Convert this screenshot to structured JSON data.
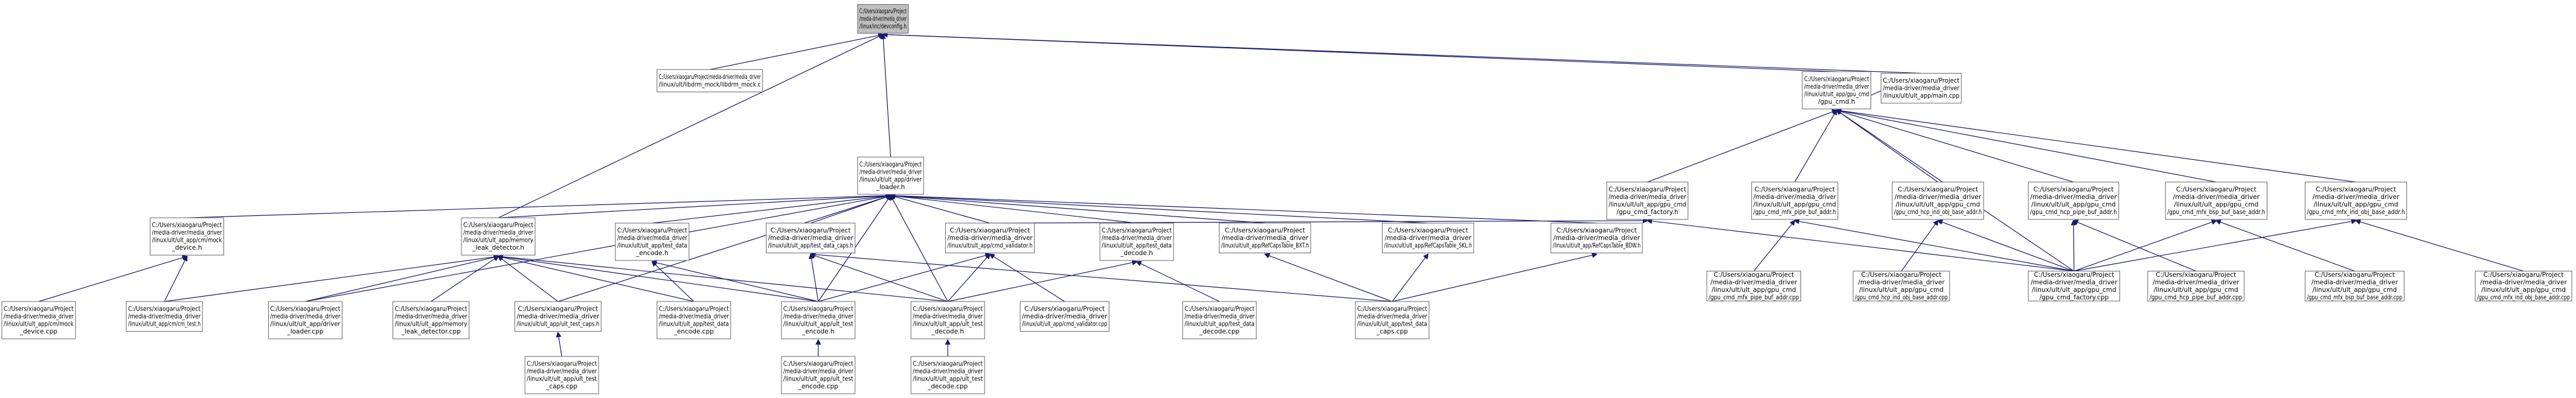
{
  "graph": {
    "root": "n0",
    "colors": {
      "node_fill": "#ffffff",
      "root_fill": "#bfbfbf",
      "border": "#666666",
      "edge": "#191970"
    },
    "nodes": [
      {
        "id": "n0",
        "lines": [
          "C:/Users/xiaogaru/Project",
          "/media-driver/media_driver",
          "/linux/inc/devconfig.h"
        ],
        "root": true
      },
      {
        "id": "n1",
        "lines": [
          "C:/Users/xiaogaru/Project/media-driver/media_driver",
          "/linux/ult/libdrm_mock/libdrm_mock.c"
        ]
      },
      {
        "id": "n2",
        "lines": [
          "C:/Users/xiaogaru/Project",
          "/media-driver/media_driver",
          "/linux/ult/ult_app/gpu_cmd",
          "/gpu_cmd.h"
        ]
      },
      {
        "id": "n3",
        "lines": [
          "C:/Users/xiaogaru/Project",
          "/media-driver/media_driver",
          "/linux/ult/ult_app/main.cpp"
        ]
      },
      {
        "id": "n4",
        "lines": [
          "C:/Users/xiaogaru/Project",
          "/media-driver/media_driver",
          "/linux/ult/ult_app/driver",
          "_loader.h"
        ]
      },
      {
        "id": "n5",
        "lines": [
          "C:/Users/xiaogaru/Project",
          "/media-driver/media_driver",
          "/linux/ult/ult_app/gpu_cmd",
          "/gpu_cmd_factory.h"
        ]
      },
      {
        "id": "n6",
        "lines": [
          "C:/Users/xiaogaru/Project",
          "/media-driver/media_driver",
          "/linux/ult/ult_app/gpu_cmd",
          "/gpu_cmd_mfx_pipe_buf_addr.h"
        ]
      },
      {
        "id": "n7",
        "lines": [
          "C:/Users/xiaogaru/Project",
          "/media-driver/media_driver",
          "/linux/ult/ult_app/gpu_cmd",
          "/gpu_cmd_hcp_ind_obj_base_addr.h"
        ]
      },
      {
        "id": "n8",
        "lines": [
          "C:/Users/xiaogaru/Project",
          "/media-driver/media_driver",
          "/linux/ult/ult_app/gpu_cmd",
          "/gpu_cmd_hcp_pipe_buf_addr.h"
        ]
      },
      {
        "id": "n9",
        "lines": [
          "C:/Users/xiaogaru/Project",
          "/media-driver/media_driver",
          "/linux/ult/ult_app/gpu_cmd",
          "/gpu_cmd_mfx_bsp_buf_base_addr.h"
        ]
      },
      {
        "id": "n10",
        "lines": [
          "C:/Users/xiaogaru/Project",
          "/media-driver/media_driver",
          "/linux/ult/ult_app/gpu_cmd",
          "/gpu_cmd_mfx_ind_obj_base_addr.h"
        ]
      },
      {
        "id": "n11",
        "lines": [
          "C:/Users/xiaogaru/Project",
          "/media-driver/media_driver",
          "/linux/ult/ult_app/cm/mock",
          "_device.h"
        ]
      },
      {
        "id": "n12",
        "lines": [
          "C:/Users/xiaogaru/Project",
          "/media-driver/media_driver",
          "/linux/ult/ult_app/memory",
          "_leak_detector.h"
        ]
      },
      {
        "id": "n13",
        "lines": [
          "C:/Users/xiaogaru/Project",
          "/media-driver/media_driver",
          "/linux/ult/ult_app/test_data",
          "_encode.h"
        ]
      },
      {
        "id": "n14",
        "lines": [
          "C:/Users/xiaogaru/Project",
          "/media-driver/media_driver",
          "/linux/ult/ult_app/test_data_caps.h"
        ]
      },
      {
        "id": "n15",
        "lines": [
          "C:/Users/xiaogaru/Project",
          "/media-driver/media_driver",
          "/linux/ult/ult_app/cmd_validator.h"
        ]
      },
      {
        "id": "n16",
        "lines": [
          "C:/Users/xiaogaru/Project",
          "/media-driver/media_driver",
          "/linux/ult/ult_app/test_data",
          "_decode.h"
        ]
      },
      {
        "id": "n17",
        "lines": [
          "C:/Users/xiaogaru/Project",
          "/media-driver/media_driver",
          "/linux/ult/ult_app/RefCapsTable_BXT.h"
        ]
      },
      {
        "id": "n18",
        "lines": [
          "C:/Users/xiaogaru/Project",
          "/media-driver/media_driver",
          "/linux/ult/ult_app/RefCapsTable_SKL.h"
        ]
      },
      {
        "id": "n19",
        "lines": [
          "C:/Users/xiaogaru/Project",
          "/media-driver/media_driver",
          "/linux/ult/ult_app/RefCapsTable_BDW.h"
        ]
      },
      {
        "id": "n20",
        "lines": [
          "C:/Users/xiaogaru/Project",
          "/media-driver/media_driver",
          "/linux/ult/ult_app/gpu_cmd",
          "/gpu_cmd_mfx_pipe_buf_addr.cpp"
        ]
      },
      {
        "id": "n21",
        "lines": [
          "C:/Users/xiaogaru/Project",
          "/media-driver/media_driver",
          "/linux/ult/ult_app/gpu_cmd",
          "/gpu_cmd_hcp_ind_obj_base_addr.cpp"
        ]
      },
      {
        "id": "n22",
        "lines": [
          "C:/Users/xiaogaru/Project",
          "/media-driver/media_driver",
          "/linux/ult/ult_app/gpu_cmd",
          "/gpu_cmd_factory.cpp"
        ]
      },
      {
        "id": "n23",
        "lines": [
          "C:/Users/xiaogaru/Project",
          "/media-driver/media_driver",
          "/linux/ult/ult_app/gpu_cmd",
          "/gpu_cmd_hcp_pipe_buf_addr.cpp"
        ]
      },
      {
        "id": "n24",
        "lines": [
          "C:/Users/xiaogaru/Project",
          "/media-driver/media_driver",
          "/linux/ult/ult_app/gpu_cmd",
          "/gpu_cmd_mfx_bsp_buf_base_addr.cpp"
        ]
      },
      {
        "id": "n25",
        "lines": [
          "C:/Users/xiaogaru/Project",
          "/media-driver/media_driver",
          "/linux/ult/ult_app/gpu_cmd",
          "/gpu_cmd_mfx_ind_obj_base_addr.cpp"
        ]
      },
      {
        "id": "n26",
        "lines": [
          "C:/Users/xiaogaru/Project",
          "/media-driver/media_driver",
          "/linux/ult/ult_app/cm/mock",
          "_device.cpp"
        ]
      },
      {
        "id": "n27",
        "lines": [
          "C:/Users/xiaogaru/Project",
          "/media-driver/media_driver",
          "/linux/ult/ult_app/cm/cm_test.h"
        ]
      },
      {
        "id": "n28",
        "lines": [
          "C:/Users/xiaogaru/Project",
          "/media-driver/media_driver",
          "/linux/ult/ult_app/driver",
          "_loader.cpp"
        ]
      },
      {
        "id": "n29",
        "lines": [
          "C:/Users/xiaogaru/Project",
          "/media-driver/media_driver",
          "/linux/ult/ult_app/memory",
          "_leak_detector.cpp"
        ]
      },
      {
        "id": "n30",
        "lines": [
          "C:/Users/xiaogaru/Project",
          "/media-driver/media_driver",
          "/linux/ult/ult_app/test_data",
          "_encode.cpp"
        ]
      },
      {
        "id": "n31",
        "lines": [
          "C:/Users/xiaogaru/Project",
          "/media-driver/media_driver",
          "/linux/ult/ult_app/ult_test_caps.h"
        ]
      },
      {
        "id": "n32",
        "lines": [
          "C:/Users/xiaogaru/Project",
          "/media-driver/media_driver",
          "/linux/ult/ult_app/ult_test",
          "_encode.h"
        ]
      },
      {
        "id": "n33",
        "lines": [
          "C:/Users/xiaogaru/Project",
          "/media-driver/media_driver",
          "/linux/ult/ult_app/ult_test",
          "_decode.h"
        ]
      },
      {
        "id": "n34",
        "lines": [
          "C:/Users/xiaogaru/Project",
          "/media-driver/media_driver",
          "/linux/ult/ult_app/cmd_validator.cpp"
        ]
      },
      {
        "id": "n35",
        "lines": [
          "C:/Users/xiaogaru/Project",
          "/media-driver/media_driver",
          "/linux/ult/ult_app/test_data",
          "_decode.cpp"
        ]
      },
      {
        "id": "n36",
        "lines": [
          "C:/Users/xiaogaru/Project",
          "/media-driver/media_driver",
          "/linux/ult/ult_app/test_data",
          "_caps.cpp"
        ]
      },
      {
        "id": "n37",
        "lines": [
          "C:/Users/xiaogaru/Project",
          "/media-driver/media_driver",
          "/linux/ult/ult_app/ult_test",
          "_caps.cpp"
        ]
      },
      {
        "id": "n38",
        "lines": [
          "C:/Users/xiaogaru/Project",
          "/media-driver/media_driver",
          "/linux/ult/ult_app/ult_test",
          "_encode.cpp"
        ]
      },
      {
        "id": "n39",
        "lines": [
          "C:/Users/xiaogaru/Project",
          "/media-driver/media_driver",
          "/linux/ult/ult_app/ult_test",
          "_decode.cpp"
        ]
      }
    ],
    "edges": [
      [
        "n1",
        "n0"
      ],
      [
        "n2",
        "n0"
      ],
      [
        "n3",
        "n0"
      ],
      [
        "n4",
        "n0"
      ],
      [
        "n12",
        "n0"
      ],
      [
        "n3",
        "n2"
      ],
      [
        "n5",
        "n2"
      ],
      [
        "n6",
        "n2"
      ],
      [
        "n7",
        "n2"
      ],
      [
        "n8",
        "n2"
      ],
      [
        "n9",
        "n2"
      ],
      [
        "n10",
        "n2"
      ],
      [
        "n22",
        "n2"
      ],
      [
        "n11",
        "n4"
      ],
      [
        "n12",
        "n4"
      ],
      [
        "n13",
        "n4"
      ],
      [
        "n14",
        "n4"
      ],
      [
        "n15",
        "n4"
      ],
      [
        "n16",
        "n4"
      ],
      [
        "n17",
        "n4"
      ],
      [
        "n18",
        "n4"
      ],
      [
        "n19",
        "n4"
      ],
      [
        "n28",
        "n4"
      ],
      [
        "n31",
        "n4"
      ],
      [
        "n32",
        "n4"
      ],
      [
        "n33",
        "n4"
      ],
      [
        "n15",
        "n5"
      ],
      [
        "n22",
        "n5"
      ],
      [
        "n20",
        "n6"
      ],
      [
        "n22",
        "n6"
      ],
      [
        "n21",
        "n7"
      ],
      [
        "n22",
        "n7"
      ],
      [
        "n22",
        "n8"
      ],
      [
        "n23",
        "n8"
      ],
      [
        "n22",
        "n9"
      ],
      [
        "n24",
        "n9"
      ],
      [
        "n22",
        "n10"
      ],
      [
        "n25",
        "n10"
      ],
      [
        "n26",
        "n11"
      ],
      [
        "n27",
        "n11"
      ],
      [
        "n27",
        "n12"
      ],
      [
        "n28",
        "n12"
      ],
      [
        "n29",
        "n12"
      ],
      [
        "n30",
        "n12"
      ],
      [
        "n31",
        "n12"
      ],
      [
        "n32",
        "n12"
      ],
      [
        "n33",
        "n12"
      ],
      [
        "n30",
        "n13"
      ],
      [
        "n32",
        "n13"
      ],
      [
        "n32",
        "n14"
      ],
      [
        "n33",
        "n14"
      ],
      [
        "n36",
        "n14"
      ],
      [
        "n32",
        "n15"
      ],
      [
        "n33",
        "n15"
      ],
      [
        "n34",
        "n15"
      ],
      [
        "n33",
        "n16"
      ],
      [
        "n35",
        "n16"
      ],
      [
        "n36",
        "n17"
      ],
      [
        "n36",
        "n18"
      ],
      [
        "n36",
        "n19"
      ],
      [
        "n37",
        "n31"
      ],
      [
        "n38",
        "n32"
      ],
      [
        "n39",
        "n33"
      ]
    ]
  }
}
